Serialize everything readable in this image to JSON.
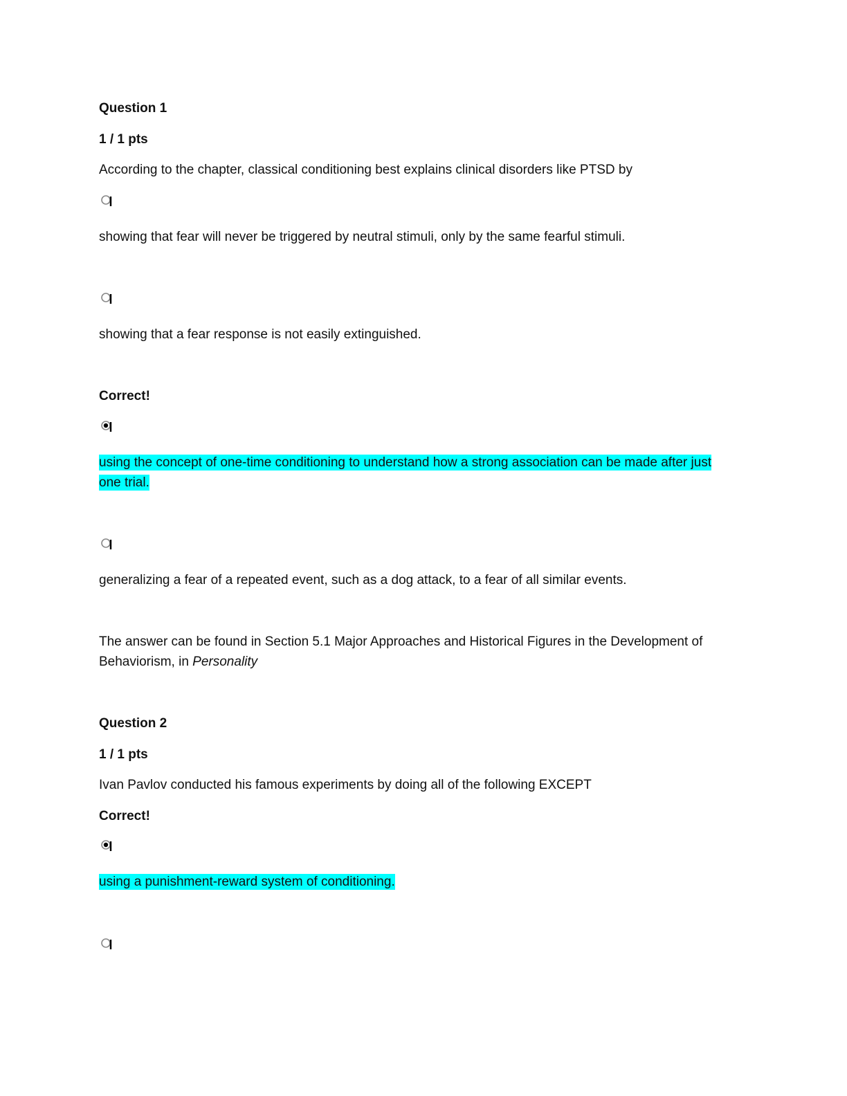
{
  "questions": [
    {
      "title": "Question 1",
      "points": "1 / 1 pts",
      "prompt": "According to the chapter, classical conditioning best explains clinical disorders like PTSD by",
      "options": [
        "showing that fear will never be triggered by neutral stimuli, only by the same fearful stimuli.",
        "showing that a fear response is not easily extinguished.",
        "using the concept of one-time conditioning to understand how a strong association can be made after just one trial.",
        "generalizing a fear of a repeated event, such as a dog attack, to a fear of all similar events."
      ],
      "correct_label": "Correct!",
      "feedback_prefix": "The answer can be found in Section 5.1 Major Approaches and Historical Figures in the Development of Behaviorism, in ",
      "feedback_book": "Personality"
    },
    {
      "title": "Question 2",
      "points": "1 / 1 pts",
      "prompt": "Ivan Pavlov conducted his famous experiments by doing all of the following EXCEPT",
      "correct_label": "Correct!",
      "options": [
        "using a punishment-reward system of conditioning."
      ]
    }
  ],
  "colors": {
    "highlight": "#00ffff",
    "text": "#111111"
  }
}
